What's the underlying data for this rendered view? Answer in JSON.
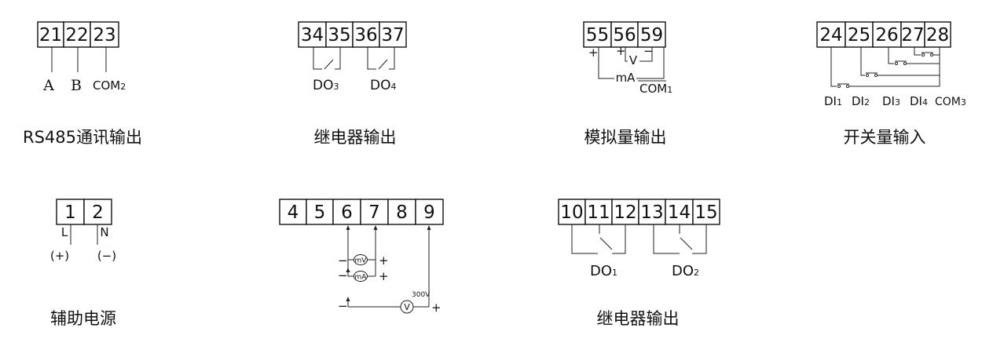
{
  "blocks": {
    "rs485": {
      "title": "RS485通讯输出",
      "terminals": [
        "21",
        "22",
        "23"
      ],
      "label_a": "A",
      "label_b": "B",
      "label_com": "COM",
      "label_com_sub": "2"
    },
    "relay_a": {
      "title": "继电器输出",
      "terminals": [
        "34",
        "35",
        "36",
        "37"
      ],
      "do3": "DO",
      "do3_sub": "3",
      "do4": "DO",
      "do4_sub": "4"
    },
    "analog": {
      "title": "模拟量输出",
      "terminals": [
        "55",
        "56",
        "59"
      ],
      "plus1": "+",
      "plus2": "+",
      "minus": "−",
      "v": "V",
      "ma": "mA",
      "com": "COM",
      "com_sub": "1"
    },
    "switch_in": {
      "title": "开关量输入",
      "terminals": [
        "24",
        "25",
        "26",
        "27",
        "28"
      ],
      "labels": [
        {
          "t": "DI",
          "s": "1"
        },
        {
          "t": "DI",
          "s": "2"
        },
        {
          "t": "DI",
          "s": "3"
        },
        {
          "t": "DI",
          "s": "4"
        },
        {
          "t": "COM",
          "s": "3"
        }
      ]
    },
    "aux_power": {
      "title": "辅助电源",
      "terminals": [
        "1",
        "2"
      ],
      "l": "L",
      "n": "N",
      "plus": "(+)",
      "minus": "(−)"
    },
    "signal_in": {
      "terminals": [
        "4",
        "5",
        "6",
        "7",
        "8",
        "9"
      ],
      "mv": "mV",
      "ma": "mA",
      "v": "V",
      "v_rating": "300V",
      "minus1": "−",
      "minus2": "−",
      "minus3": "−",
      "plus1": "+",
      "plus2": "+",
      "plus3": "+"
    },
    "relay_b": {
      "title": "继电器输出",
      "terminals": [
        "10",
        "11",
        "12",
        "13",
        "14",
        "15"
      ],
      "do1": "DO",
      "do1_sub": "1",
      "do2": "DO",
      "do2_sub": "2"
    }
  }
}
